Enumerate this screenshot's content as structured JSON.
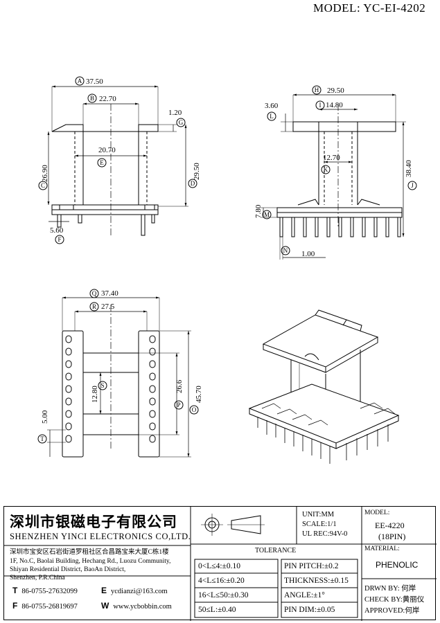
{
  "header": {
    "model_title": "MODEL: YC-EI-4202"
  },
  "front_view": {
    "dims": [
      {
        "letter": "A",
        "value": "37.50"
      },
      {
        "letter": "B",
        "value": "22.70"
      },
      {
        "letter": "G",
        "value": "1.20"
      },
      {
        "letter": "E",
        "value": "20.70"
      },
      {
        "letter": "C",
        "value": "26.90"
      },
      {
        "letter": "D",
        "value": "29.50"
      },
      {
        "letter": "F",
        "value": "5.60"
      }
    ]
  },
  "side_view": {
    "dims": [
      {
        "letter": "H",
        "value": "29.50"
      },
      {
        "letter": "I",
        "value": "14.80"
      },
      {
        "letter": "L",
        "value": "3.60"
      },
      {
        "letter": "K",
        "value": "12.70"
      },
      {
        "letter": "J",
        "value": "38.40"
      },
      {
        "letter": "M",
        "value": "7.80"
      },
      {
        "letter": "N",
        "value": "1.00"
      }
    ]
  },
  "bottom_view": {
    "dims": [
      {
        "letter": "Q",
        "value": "37.40"
      },
      {
        "letter": "R",
        "value": "27.5"
      },
      {
        "letter": "S",
        "value": "12.80"
      },
      {
        "letter": "P",
        "value": "26.6"
      },
      {
        "letter": "O",
        "value": "45.70"
      },
      {
        "letter": "T",
        "value": "5.00"
      }
    ]
  },
  "title_block": {
    "company_cn": "深圳市银磁电子有限公司",
    "company_en": "SHENZHEN YINCI ELECTRONICS CO,LTD.",
    "address_cn": "深圳市宝安区石岩街道罗租社区合昌路宝来大厦C栋1楼",
    "address_en": [
      "1F, No.C, Baolai Building, Hechang Rd., Luozu Community,",
      "Shiyan Residential District, BaoAn District,",
      "Shenzhen, P.R.China"
    ],
    "contacts": [
      {
        "key": "T",
        "value": "86-0755-27632099"
      },
      {
        "key": "E",
        "value": "ycdianzi@163.com"
      },
      {
        "key": "F",
        "value": "86-0755-26819697"
      },
      {
        "key": "W",
        "value": "www.ycbobbin.com"
      }
    ],
    "unit": "UNIT:MM",
    "scale": "SCALE:1/1",
    "ul_rec": "UL REC:94V-0",
    "model_label": "MODEL:",
    "model_value": "EE-4220",
    "pins": "(18PIN)",
    "material_label": "MATERIAL:",
    "material_value": "PHENOLIC",
    "tolerance_title": "TOLERANCE",
    "tolerances": [
      "0<L≤4:±0.10",
      "4<L≤16:±0.20",
      "16<L≤50:±0.30",
      "50≤L:±0.40"
    ],
    "pin_specs": [
      "PIN PITCH:±0.2",
      "THICKNESS:±0.15",
      "ANGLE:±1°",
      "PIN DIM:±0.05"
    ],
    "drawn_by": "DRWN BY: 何岸",
    "check_by": "CHECK BY:黄丽仪",
    "approved": "APPROVED:何岸"
  }
}
